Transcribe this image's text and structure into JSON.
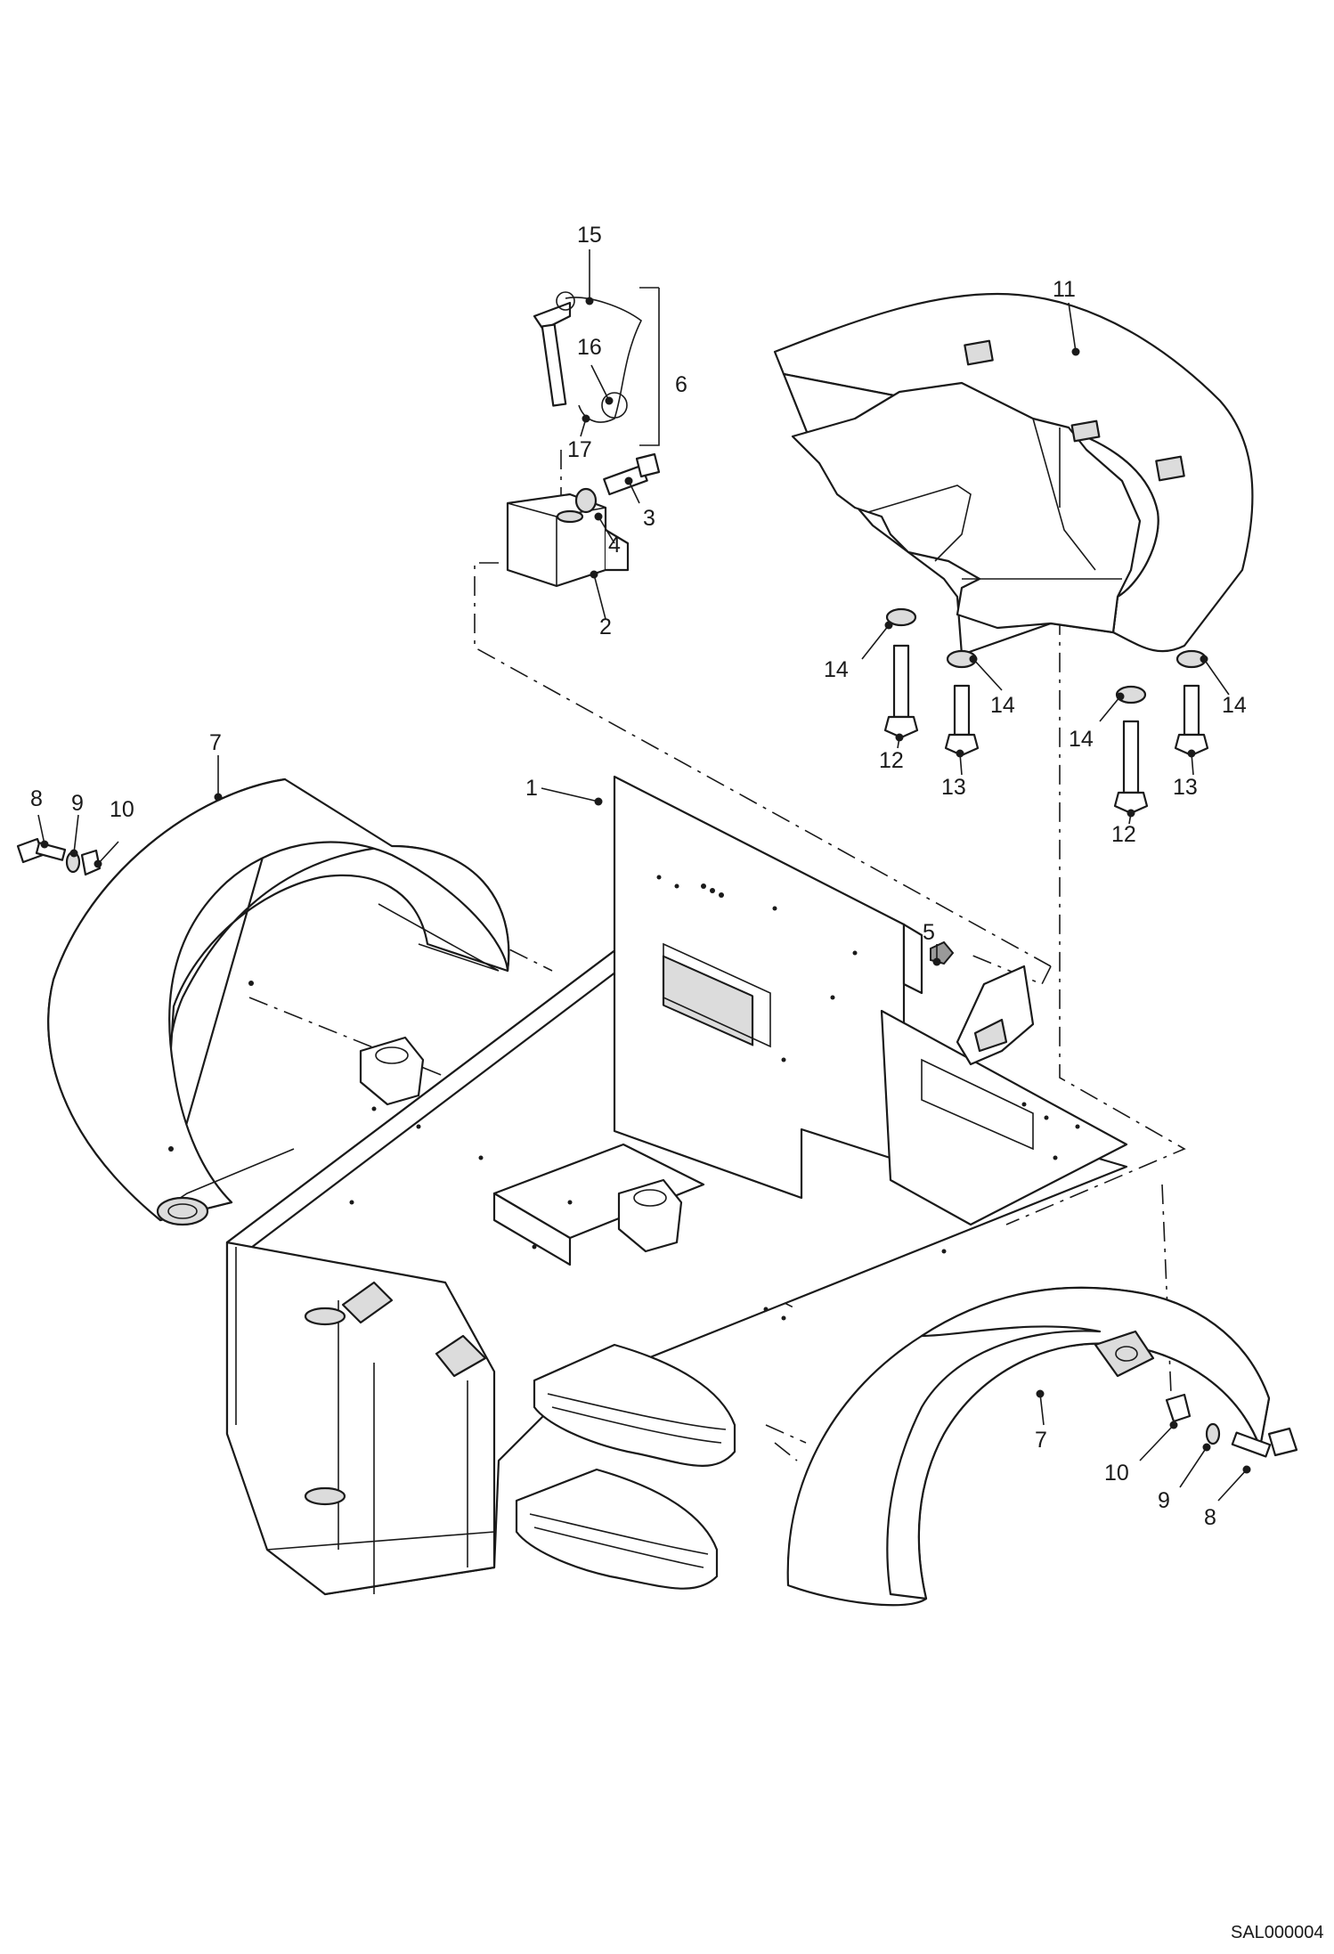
{
  "callouts": {
    "c1": "1",
    "c2": "2",
    "c3": "3",
    "c4": "4",
    "c5": "5",
    "c6": "6",
    "c7a": "7",
    "c7b": "7",
    "c8a": "8",
    "c8b": "8",
    "c9a": "9",
    "c9b": "9",
    "c10a": "10",
    "c10b": "10",
    "c11": "11",
    "c12a": "12",
    "c12b": "12",
    "c13a": "13",
    "c13b": "13",
    "c14a": "14",
    "c14b": "14",
    "c14c": "14",
    "c14d": "14",
    "c15": "15",
    "c16": "16",
    "c17": "17"
  },
  "drawing_reference": "SAL000004",
  "colors": {
    "line": "#1a1a1a",
    "fill": "#ffffff",
    "shade": "#dcdcdc"
  }
}
